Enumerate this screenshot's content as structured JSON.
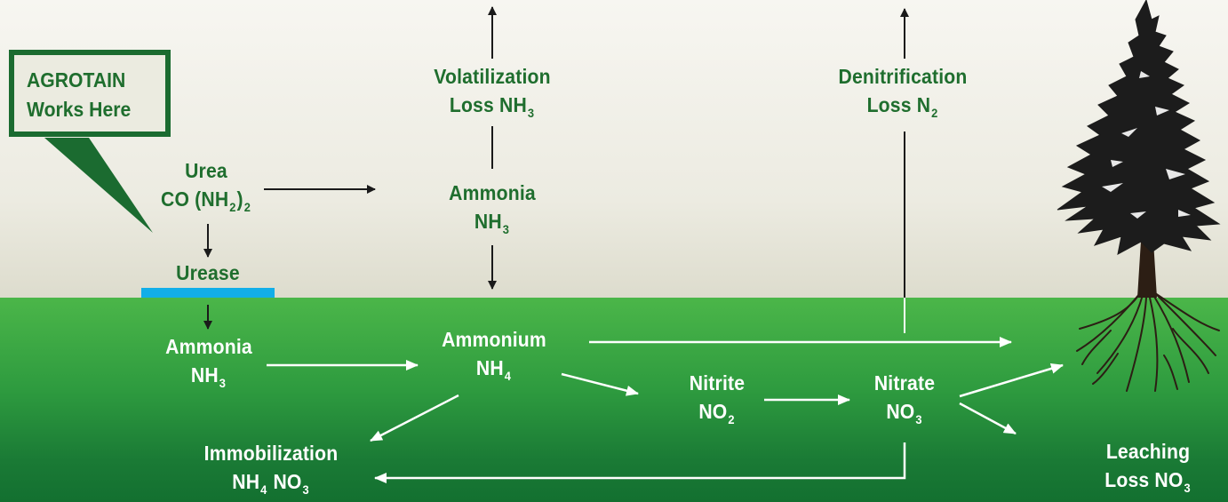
{
  "callout": {
    "line1": "AGROTAIN",
    "line2": "Works Here"
  },
  "nodes": {
    "urea": {
      "line1": "Urea",
      "line2": "CO (NH",
      "sub1": "2",
      "mid": ")",
      "sub2": "2"
    },
    "urease": {
      "label": "Urease"
    },
    "ammonia_air": {
      "line1": "Ammonia",
      "line2": "NH",
      "sub": "3"
    },
    "volatilization": {
      "line1": "Volatilization",
      "line2": "Loss NH",
      "sub": "3"
    },
    "denitrification": {
      "line1": "Denitrification",
      "line2": "Loss N",
      "sub": "2"
    },
    "ammonia_soil": {
      "line1": "Ammonia",
      "line2": "NH",
      "sub": "3"
    },
    "ammonium": {
      "line1": "Ammonium",
      "line2": "NH",
      "sub": "4"
    },
    "nitrite": {
      "line1": "Nitrite",
      "line2": "NO",
      "sub": "2"
    },
    "nitrate": {
      "line1": "Nitrate",
      "line2": "NO",
      "sub": "3"
    },
    "immobilization": {
      "line1": "Immobilization",
      "line2a": "NH",
      "sub_a": "4",
      "line2b": " NO",
      "sub_b": "3"
    },
    "leaching": {
      "line1": "Leaching",
      "line2": "Loss NO",
      "sub": "3"
    }
  },
  "colors": {
    "label_sky": "#1f6e2e",
    "label_ground": "#ffffff",
    "urease_bar": "#12aee8",
    "ground_top": "#4bb649",
    "ground_bottom": "#137030"
  }
}
